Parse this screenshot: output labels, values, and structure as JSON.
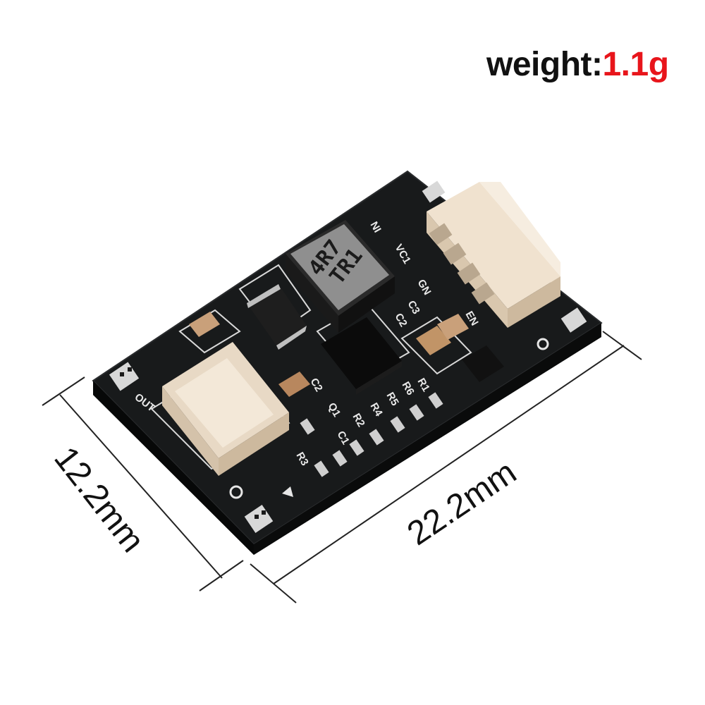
{
  "weight": {
    "label": "weight:",
    "value": "1.1g"
  },
  "dimensions": {
    "width": "12.2mm",
    "length": "22.2mm"
  },
  "board": {
    "inductor_marking": [
      "4R7",
      "TR1"
    ],
    "silkscreen": [
      "OUT",
      "C2",
      "Q1",
      "R3",
      "C1",
      "R2",
      "R4",
      "R5",
      "R6",
      "R1",
      "C3",
      "C2",
      "VC1",
      "NI",
      "GN",
      "EN"
    ]
  },
  "colors": {
    "pcb": "#151617",
    "pad": "#d8d8d8",
    "connector": "#efe1cf",
    "weight_value": "#e8151b"
  }
}
